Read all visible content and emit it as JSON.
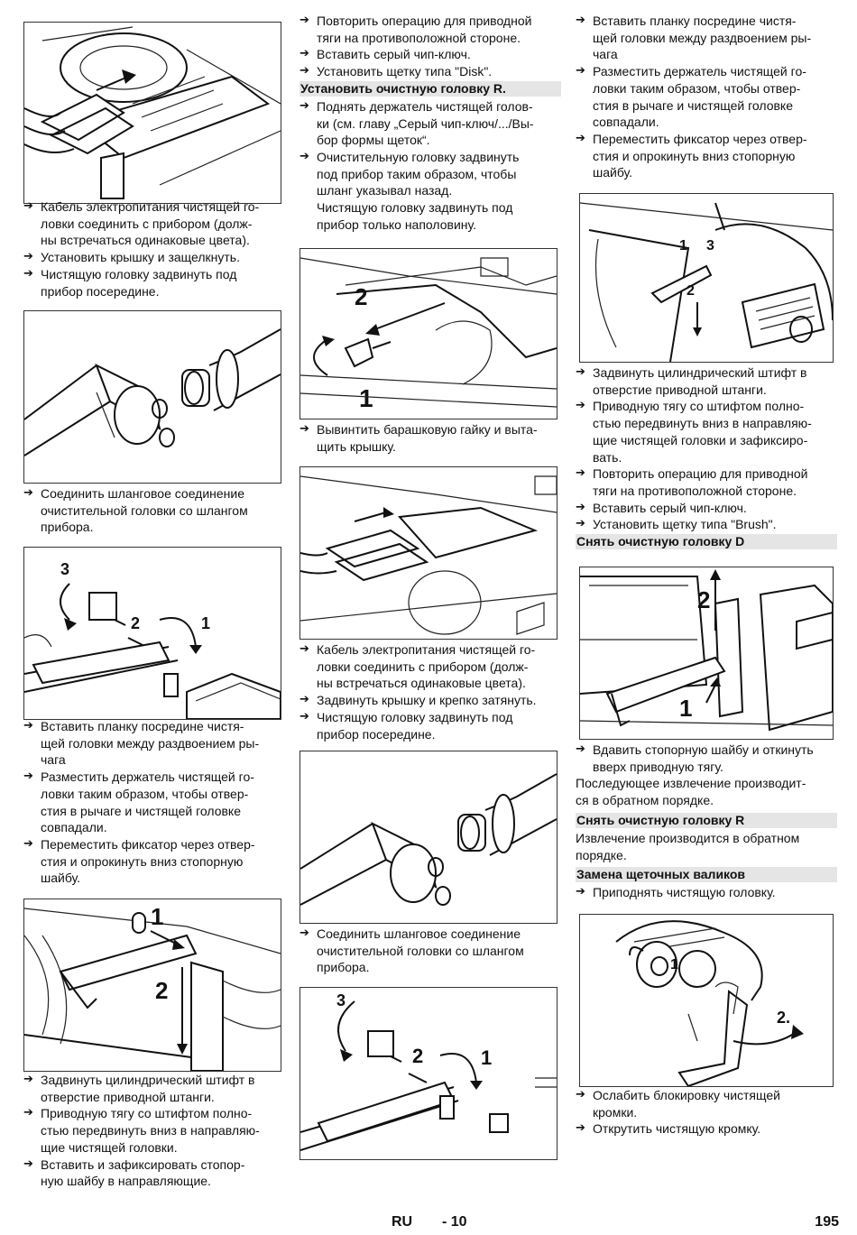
{
  "col1": {
    "t1": [
      "Кабель электропитания чистящей го-\nловки соединить с прибором (долж-\nны встречаться одинаковые цвета).",
      "Установить крышку и защелкнуть.",
      "Чистящую головку задвинуть под\nприбор посередине."
    ],
    "t2": [
      "Соединить шланговое соединение\nочистительной головки со шлангом\nприбора."
    ],
    "t3": [
      "Вставить планку посредине чистя-\nщей головки между раздвоением ры-\nчага",
      "Разместить держатель чистящей го-\nловки таким образом, чтобы отвер-\nстия в рычаге и чистящей головке\nсовпадали.",
      "Переместить фиксатор через отвер-\nстия и опрокинуть вниз стопорную\nшайбу."
    ],
    "t4": [
      "Задвинуть цилиндрический штифт в\nотверстие приводной штанги.",
      "Приводную тягу со штифтом полно-\nстью передвинуть вниз в направляю-\nщие чистящей головки.",
      "Вставить и зафиксировать стопор-\nную шайбу в направляющие."
    ]
  },
  "col2": {
    "t1": [
      "Повторить операцию для приводной\nтяги на противоположной стороне.",
      "Вставить серый чип-ключ.",
      "Установить щетку типа \"Disk\"."
    ],
    "h1": "Установить очистную головку R.",
    "t2": [
      "Поднять держатель чистящей голов-\nки (см. главу „Серый чип-ключ/.../Вы-\nбор формы щеток“.",
      "Очистительную головку задвинуть\nпод прибор таким образом, чтобы\nшланг указывал назад."
    ],
    "p1": "Чистящую головку задвинуть под\nприбор только наполовину.",
    "t3": [
      "Вывинтить барашковую гайку и выта-\nщить крышку."
    ],
    "t4": [
      "Кабель электропитания чистящей го-\nловки соединить с прибором (долж-\nны встречаться одинаковые цвета).",
      "Задвинуть крышку и крепко затянуть.",
      "Чистящую головку задвинуть под\nприбор посередине."
    ],
    "t5": [
      "Соединить шланговое соединение\nочистительной головки со шлангом\nприбора."
    ]
  },
  "col3": {
    "t1": [
      "Вставить планку посредине чистя-\nщей головки между раздвоением ры-\nчага",
      "Разместить держатель чистящей го-\nловки таким образом, чтобы отвер-\nстия в рычаге и чистящей головке\nсовпадали.",
      "Переместить фиксатор через отвер-\nстия и опрокинуть вниз стопорную\nшайбу."
    ],
    "t2": [
      "Задвинуть цилиндрический штифт в\nотверстие приводной штанги.",
      "Приводную тягу со штифтом полно-\nстью передвинуть вниз в направляю-\nщие чистящей головки и зафиксиро-\nвать.",
      "Повторить операцию для приводной\nтяги на противоположной стороне.",
      "Вставить серый чип-ключ.",
      "Установить щетку типа \"Brush\"."
    ],
    "h1": "Снять очистную головку D",
    "t3": [
      "Вдавить стопорную шайбу и откинуть\nвверх приводную тягу."
    ],
    "p1": "Последующее извлечение производит-\nся в обратном порядке.",
    "h2": "Снять очистную головку R",
    "p2": "Извлечение производится в обратном\nпорядке.",
    "h3": "Замена щеточных валиков",
    "t4": [
      "Приподнять чистящую головку."
    ],
    "t5": [
      "Ослабить блокировку чистящей\nкромки.",
      "Открутить чистящую кромку."
    ]
  },
  "figures": {
    "fig_lever": {
      "n1": "1",
      "n2": "2",
      "n3": "3"
    },
    "fig_pin": {
      "n1": "1",
      "n2": "2"
    },
    "fig_nut": {
      "n1": "1",
      "n2": "2"
    },
    "fig_lever_b": {
      "n1": "1",
      "n2": "2",
      "n3": "3"
    },
    "fig_pin_b": {
      "n1": "1",
      "n2": "2",
      "n3": "3"
    },
    "fig_remove": {
      "n1": "1",
      "n2": "2"
    },
    "fig_roller": {
      "n1": "1.",
      "n2": "2."
    }
  },
  "footer": {
    "lang": "RU",
    "page_local": "- 10",
    "page_total": "195"
  }
}
